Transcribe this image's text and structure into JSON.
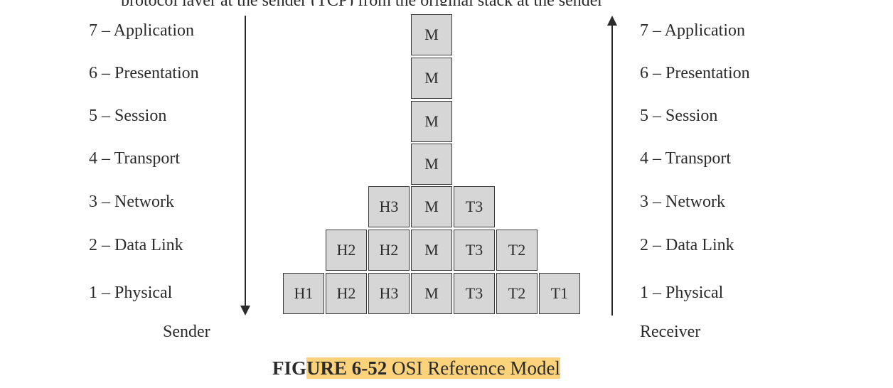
{
  "figure": {
    "heading_fragment": "protocol layer  at the sender (TCP)  from the original stack at the  sender",
    "caption_number_pre": "FIG",
    "caption_number_highlight": "URE 6-52",
    "caption_title": " OSI Reference Model",
    "highlight_color": "#fcd37a"
  },
  "sender": {
    "title": "Sender",
    "layers": [
      "7 – Application",
      "6 – Presentation",
      "5 – Session",
      "4 – Transport",
      "3 – Network",
      "2 – Data Link",
      "1 – Physical"
    ]
  },
  "receiver": {
    "title": "Receiver",
    "layers": [
      "7 – Application",
      "6 – Presentation",
      "5 – Session",
      "4 – Transport",
      "3 – Network",
      "2 – Data Link",
      "1 – Physical"
    ]
  },
  "stack": {
    "rows": [
      [
        "M"
      ],
      [
        "M"
      ],
      [
        "M"
      ],
      [
        "M"
      ],
      [
        "H3",
        "M",
        "T3"
      ],
      [
        "H2",
        "H2",
        "M",
        "T3",
        "T2"
      ],
      [
        "H1",
        "H2",
        "H3",
        "M",
        "T3",
        "T2",
        "T1"
      ]
    ],
    "cell_color": "#d6d6d6",
    "border_color": "#3a3a3a"
  }
}
